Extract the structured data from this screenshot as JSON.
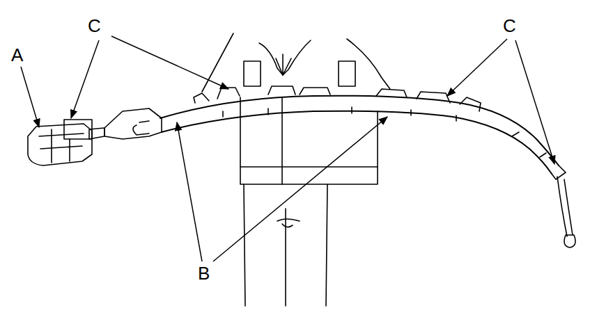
{
  "diagram": {
    "labels": [
      "A",
      "C",
      "C",
      "B"
    ]
  }
}
